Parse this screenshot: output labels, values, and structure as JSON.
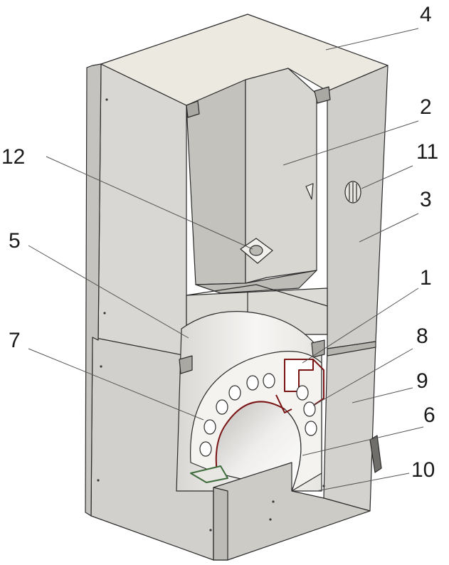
{
  "diagram": {
    "callouts": [
      {
        "id": "callout-1",
        "label": "1"
      },
      {
        "id": "callout-2",
        "label": "2"
      },
      {
        "id": "callout-3",
        "label": "3"
      },
      {
        "id": "callout-4",
        "label": "4"
      },
      {
        "id": "callout-5",
        "label": "5"
      },
      {
        "id": "callout-6",
        "label": "6"
      },
      {
        "id": "callout-7",
        "label": "7"
      },
      {
        "id": "callout-8",
        "label": "8"
      },
      {
        "id": "callout-9",
        "label": "9"
      },
      {
        "id": "callout-10",
        "label": "10"
      },
      {
        "id": "callout-11",
        "label": "11"
      },
      {
        "id": "callout-12",
        "label": "12"
      }
    ],
    "colors": {
      "panel_light": "#d9d8d4",
      "panel_mid": "#c9c8c3",
      "panel_dark": "#b7b6b1",
      "top_face": "#ece9e1",
      "drum_face": "#f3f2f0",
      "cut_edge": "#7a1414",
      "green_edge": "#3d6b3a",
      "outline": "#2b2b2b"
    }
  }
}
